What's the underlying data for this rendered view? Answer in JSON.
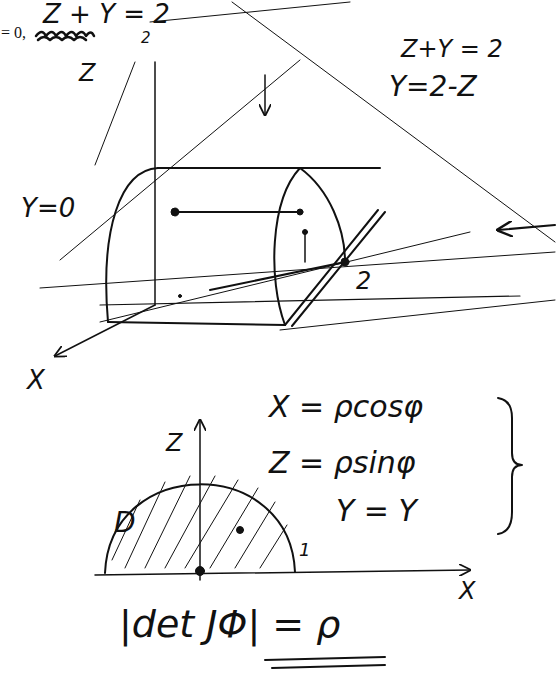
{
  "diagram": {
    "labels": [
      "= 0,",
      "Z + Y = 2",
      "2",
      "Z",
      "Z+Y = 2",
      "Y=2-Z",
      "Y=0",
      "2",
      "X",
      "Z",
      "X = ρcosφ",
      "Z = ρsinφ",
      "Y = Y",
      "D",
      "1",
      "X",
      "|det JΦ| = ρ"
    ]
  }
}
